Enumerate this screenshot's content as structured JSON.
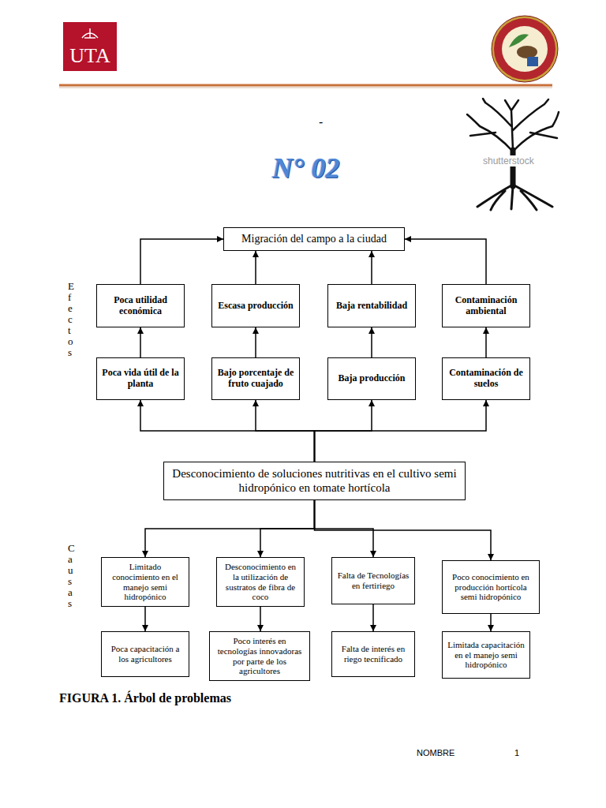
{
  "diagram": {
    "title": "N° 02",
    "caption": "FIGURA 1. Árbol de problemas",
    "nodes": [
      {
        "text": [
          "Migración del campo a la ciudad"
        ]
      },
      {
        "text": [
          "Poca utilidad económica"
        ]
      },
      {
        "text": [
          "Escasa producción"
        ]
      },
      {
        "text": [
          "Baja rentabilidad"
        ]
      },
      {
        "text": [
          "Contaminación ambiental"
        ]
      },
      {
        "text": [
          "Poca vida útil de la planta"
        ]
      },
      {
        "text": [
          "Bajo porcentaje de fruto cuajado"
        ]
      },
      {
        "text": [
          "Baja producción"
        ]
      },
      {
        "text": [
          "Contaminación de suelos"
        ]
      },
      {
        "text": [
          "Desconocimiento de soluciones nutritivas en el cultivo semi hidropónico en tomate hortícola"
        ]
      },
      {
        "text": [
          "Limitado conocimiento en el manejo semi hidropónico"
        ]
      },
      {
        "text": [
          "Desconocimiento en la utilización de sustratos de fibra de coco"
        ]
      },
      {
        "text": [
          "Falta de Tecnologías en fertiriego"
        ]
      },
      {
        "text": [
          "Poco conocimiento en producción hortícola semi hidropónico"
        ]
      },
      {
        "text": [
          "Poca capacitación a los agricultores"
        ]
      },
      {
        "text": [
          "Poco interés en tecnologías innovadoras por parte de los agricultores"
        ]
      },
      {
        "text": [
          "Falta de interés en riego tecnificado"
        ]
      },
      {
        "text": [
          "Limitada capacitación en el manejo semi hidropónico"
        ]
      }
    ],
    "edges": [
      {
        "from": 1,
        "to": 0,
        "arrow": "to"
      },
      {
        "from": 2,
        "to": 0,
        "arrow": "to"
      },
      {
        "from": 3,
        "to": 0,
        "arrow": "to"
      },
      {
        "from": 4,
        "to": 0,
        "arrow": "to"
      },
      {
        "from": 5,
        "to": 1,
        "arrow": "to"
      },
      {
        "from": 6,
        "to": 2,
        "arrow": "to"
      },
      {
        "from": 7,
        "to": 3,
        "arrow": "to"
      },
      {
        "from": 8,
        "to": 4,
        "arrow": "to"
      },
      {
        "from": 9,
        "to": 5,
        "arrow": "to"
      },
      {
        "from": 9,
        "to": 6,
        "arrow": "to"
      },
      {
        "from": 9,
        "to": 7,
        "arrow": "to"
      },
      {
        "from": 9,
        "to": 8,
        "arrow": "to"
      },
      {
        "from": 9,
        "to": 10,
        "arrow": "to"
      },
      {
        "from": 9,
        "to": 11,
        "arrow": "to"
      },
      {
        "from": 9,
        "to": 12,
        "arrow": "to"
      },
      {
        "from": 9,
        "to": 13,
        "arrow": "to"
      },
      {
        "from": 10,
        "to": 14,
        "arrow": "to"
      },
      {
        "from": 11,
        "to": 15,
        "arrow": "to"
      },
      {
        "from": 12,
        "to": 16,
        "arrow": "to"
      },
      {
        "from": 13,
        "to": 17,
        "arrow": "to"
      }
    ],
    "labels": [
      "UTA",
      "-",
      "shutterstock",
      "Efectos",
      "Causas",
      "NOMBRE",
      "1"
    ]
  }
}
